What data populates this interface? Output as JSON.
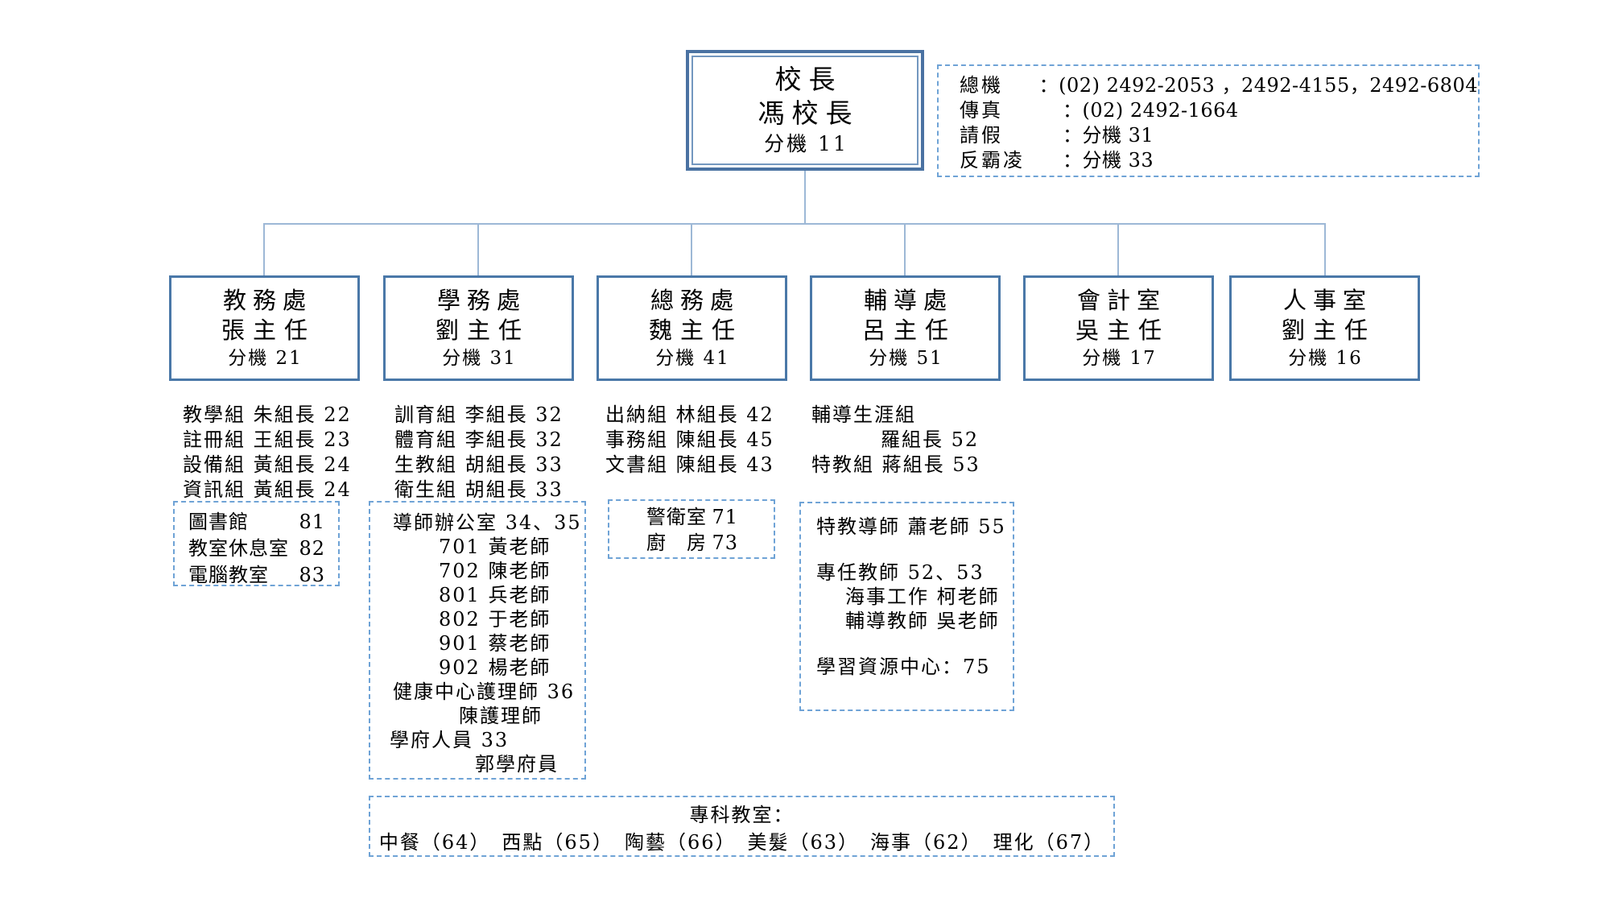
{
  "principal": {
    "title": "校長",
    "name": "馮校長",
    "ext": "分機 11"
  },
  "contact": {
    "rows": [
      {
        "label": "總機",
        "value": "：(02) 2492-2053 ，2492-4155，2492-6804"
      },
      {
        "label": "傳真",
        "value": "：(02) 2492-1664"
      },
      {
        "label": "請假",
        "value": "：分機 31"
      },
      {
        "label": "反霸凌",
        "value": "：分機 33"
      }
    ]
  },
  "departments": [
    {
      "name": "教務處",
      "head": "張主任",
      "ext": "分機 21"
    },
    {
      "name": "學務處",
      "head": "劉主任",
      "ext": "分機 31"
    },
    {
      "name": "總務處",
      "head": "魏主任",
      "ext": "分機 41"
    },
    {
      "name": "輔導處",
      "head": "呂主任",
      "ext": "分機 51"
    },
    {
      "name": "會計室",
      "head": "吳主任",
      "ext": "分機 17"
    },
    {
      "name": "人事室",
      "head": "劉主任",
      "ext": "分機 16"
    }
  ],
  "staff_lists": {
    "academic": [
      "教學組 朱組長 22",
      "註冊組 王組長 23",
      "設備組 黃組長 24",
      "資訊組 黃組長 24"
    ],
    "student": [
      "訓育組 李組長 32",
      "體育組 李組長 32",
      "生教組 胡組長 33",
      "衛生組 胡組長 33"
    ],
    "general": [
      "出納組 林組長 42",
      "事務組 陳組長 45",
      "文書組 陳組長 43"
    ],
    "counseling": [
      "輔導生涯組",
      "羅組長 52",
      "特教組 蔣組長 53"
    ]
  },
  "academic_rooms": {
    "rows": [
      {
        "name": "圖書館",
        "ext": "81"
      },
      {
        "name": "教室休息室",
        "ext": "82"
      },
      {
        "name": "電腦教室",
        "ext": "83"
      }
    ]
  },
  "homeroom_box": {
    "lines": [
      "導師辦公室 34、35",
      "701 黃老師",
      "702 陳老師",
      "801 兵老師",
      "802 于老師",
      "901 蔡老師",
      "902 楊老師",
      "健康中心護理師 36",
      "陳護理師",
      "學府人員 33",
      "郭學府員"
    ]
  },
  "general_rooms": {
    "rows": [
      {
        "name": "警衛室",
        "ext": "71"
      },
      {
        "name": "廚　房",
        "ext": "73"
      }
    ]
  },
  "counseling_box": {
    "lines": [
      "特教導師 蕭老師 55",
      "",
      "專任教師 52、53",
      "海事工作 柯老師",
      "輔導教師 吳老師",
      "",
      "學習資源中心：75"
    ]
  },
  "special_rooms": {
    "title": "專科教室：",
    "line": "中餐（64）　西點（65）　陶藝（66）　美髮（63）　海事（62）　理化（67）"
  },
  "colors": {
    "solid_box_border": "#4a78a8",
    "principal_outer_border": "#4a72a2",
    "principal_inner_border": "#7397bf",
    "dashed_border": "#6fa3d6",
    "connector": "#9db8d6",
    "text": "#000000"
  }
}
